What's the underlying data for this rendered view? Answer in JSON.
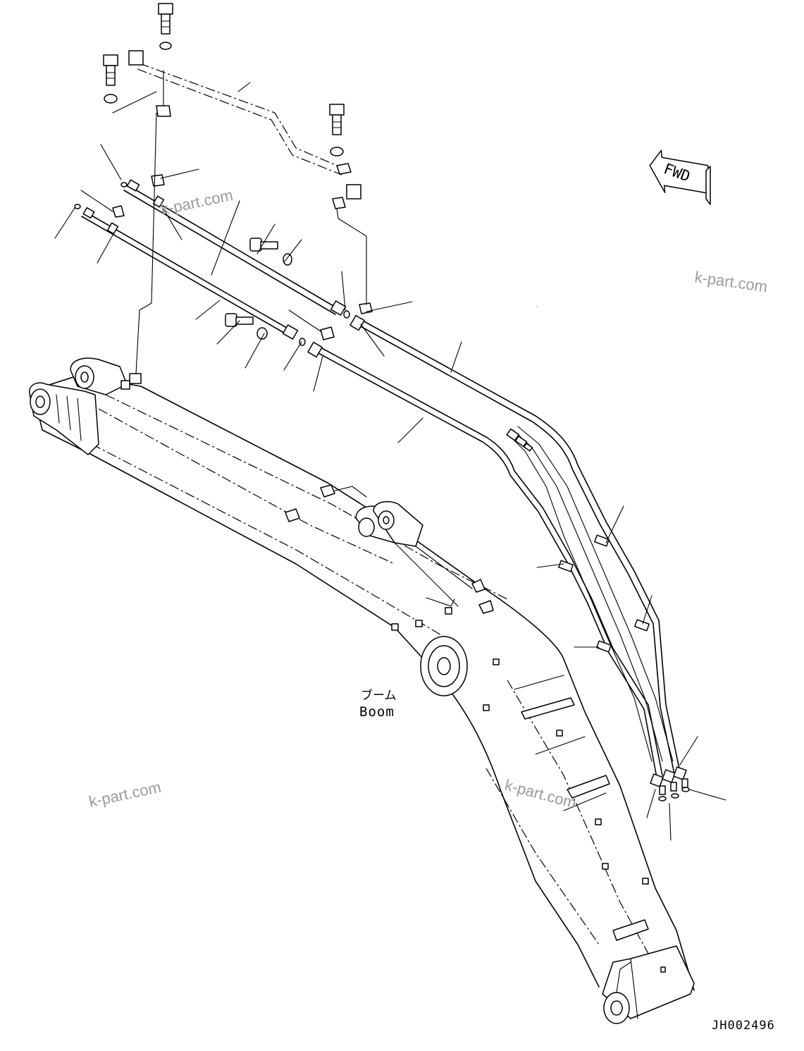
{
  "diagram": {
    "component_label_jp": "ブーム",
    "component_label_en": "Boom",
    "direction_marker": "FWD",
    "drawing_code": "JH002496",
    "watermarks": [
      "k-part.com",
      "k-part.com",
      "k-part.com",
      "k-part.com"
    ]
  }
}
